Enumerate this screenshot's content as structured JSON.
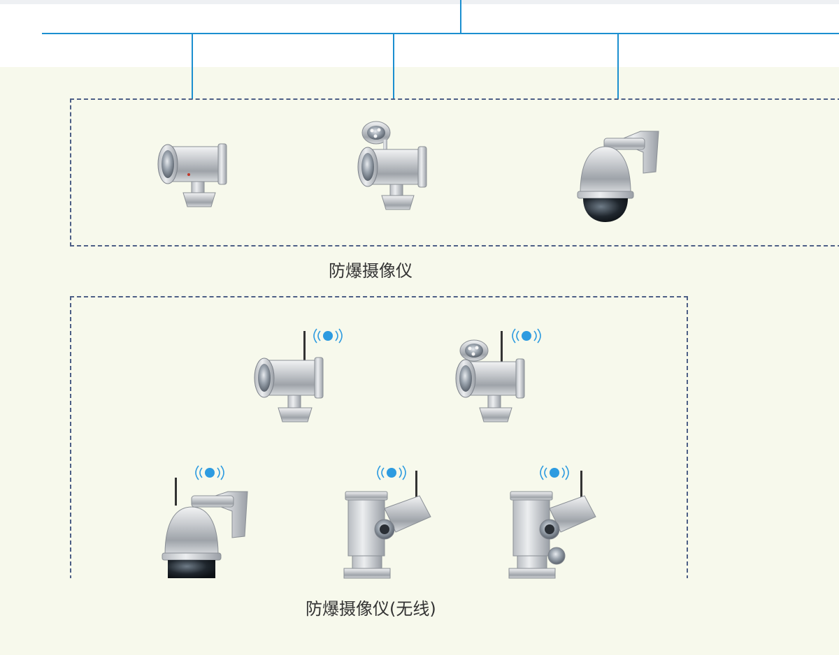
{
  "colors": {
    "bus_line": "#1b8fd0",
    "dashed_border": "#4d5f86",
    "wireless_dot": "#2d9be0",
    "background": "#f7f9ec"
  },
  "groups": [
    {
      "id": "wired",
      "label": "防爆摄像仪",
      "devices": [
        "bullet-camera-icon",
        "bullet-camera-ir-icon",
        "dome-camera-icon"
      ]
    },
    {
      "id": "wireless",
      "label": "防爆摄像仪(无线)",
      "devices": [
        "bullet-camera-wireless-icon",
        "bullet-camera-ir-wireless-icon",
        "dome-camera-wireless-icon",
        "ptz-camera-wireless-icon",
        "ptz-camera-ir-wireless-icon"
      ]
    }
  ]
}
